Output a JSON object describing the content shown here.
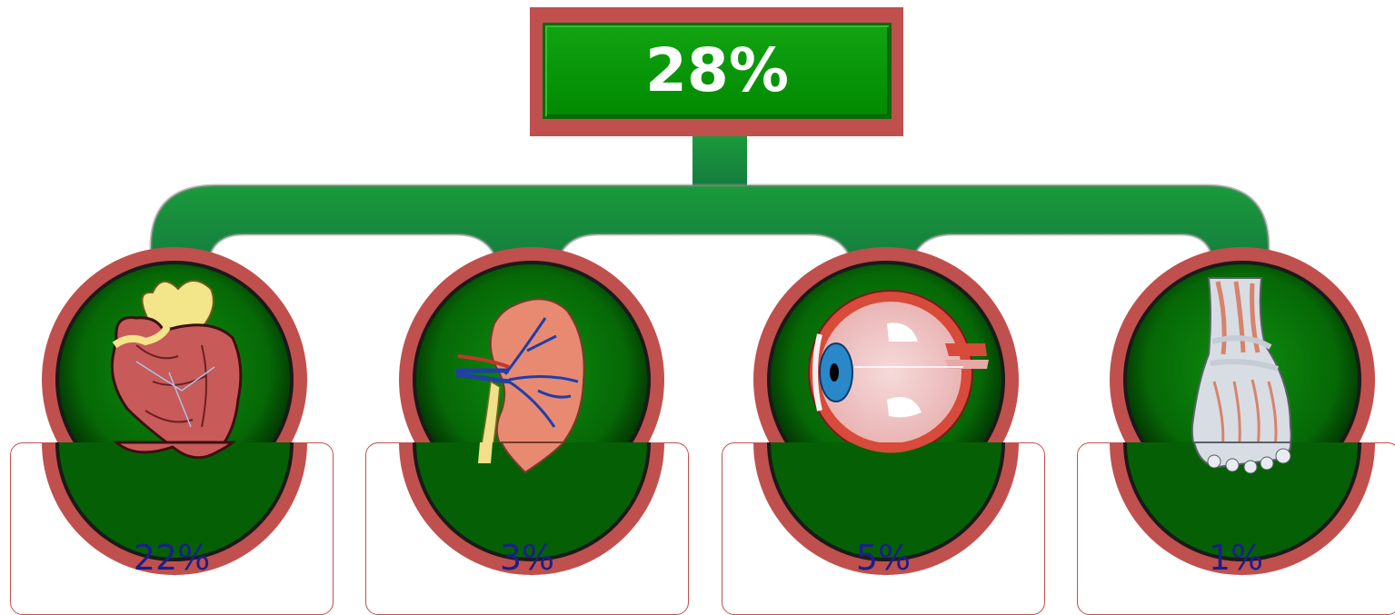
{
  "header": {
    "value": "28%"
  },
  "organs": [
    {
      "name": "heart",
      "value": "22%"
    },
    {
      "name": "kidney",
      "value": "3%"
    },
    {
      "name": "eye",
      "value": "5%"
    },
    {
      "name": "foot",
      "value": "1%"
    }
  ],
  "colors": {
    "ring": "#c0504d",
    "connector": "#1e8b45",
    "header_fill": "#0a9a0a",
    "value_text": "#1a1f8a"
  }
}
